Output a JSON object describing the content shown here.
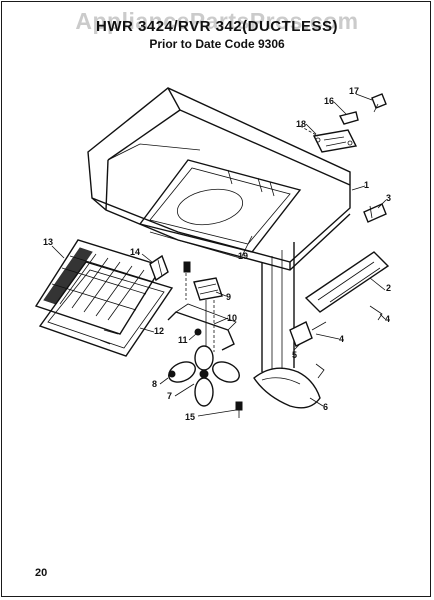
{
  "watermark": "AppliancePartsPros.com",
  "title": "HWR 3424/RVR 342(DUCTLESS)",
  "subtitle": "Prior to Date Code 9306",
  "page_number": "20",
  "callouts": [
    {
      "id": "1",
      "label": "1"
    },
    {
      "id": "2",
      "label": "2"
    },
    {
      "id": "3",
      "label": "3"
    },
    {
      "id": "4a",
      "label": "4"
    },
    {
      "id": "4b",
      "label": "4"
    },
    {
      "id": "5",
      "label": "5"
    },
    {
      "id": "6",
      "label": "6"
    },
    {
      "id": "7",
      "label": "7"
    },
    {
      "id": "8",
      "label": "8"
    },
    {
      "id": "9",
      "label": "9"
    },
    {
      "id": "10",
      "label": "10"
    },
    {
      "id": "11",
      "label": "11"
    },
    {
      "id": "12",
      "label": "12"
    },
    {
      "id": "13",
      "label": "13"
    },
    {
      "id": "14",
      "label": "14"
    },
    {
      "id": "15",
      "label": "15"
    },
    {
      "id": "16",
      "label": "16"
    },
    {
      "id": "17",
      "label": "17"
    },
    {
      "id": "18",
      "label": "18"
    },
    {
      "id": "19",
      "label": "19"
    }
  ]
}
